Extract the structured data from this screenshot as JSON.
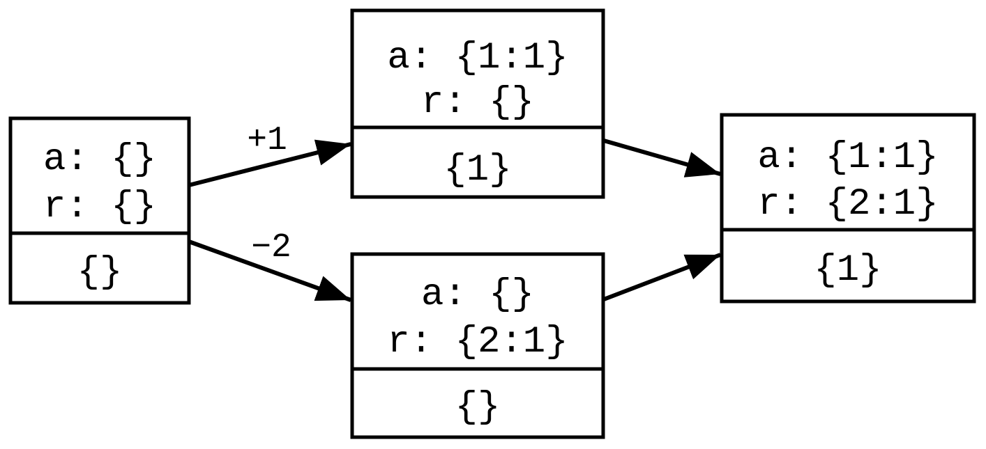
{
  "diagram": {
    "type": "state-transition-graph",
    "background_color": "#ffffff",
    "line_color": "#000000",
    "nodes": [
      {
        "name": "initial-state",
        "fields": {
          "a": "a: {}",
          "r": "r: {}"
        },
        "output": "{}"
      },
      {
        "name": "after-plus-one",
        "fields": {
          "a": "a: {1:1}",
          "r": "r: {}"
        },
        "output": "{1}"
      },
      {
        "name": "after-minus-two",
        "fields": {
          "a": "a: {}",
          "r": "r: {2:1}"
        },
        "output": "{}"
      },
      {
        "name": "merged-state",
        "fields": {
          "a": "a: {1:1}",
          "r": "r: {2:1}"
        },
        "output": "{1}"
      }
    ],
    "edges": [
      {
        "from": "initial-state",
        "to": "after-plus-one",
        "label": "+1"
      },
      {
        "from": "initial-state",
        "to": "after-minus-two",
        "label": "−2"
      },
      {
        "from": "after-plus-one",
        "to": "merged-state",
        "label": ""
      },
      {
        "from": "after-minus-two",
        "to": "merged-state",
        "label": ""
      }
    ]
  }
}
